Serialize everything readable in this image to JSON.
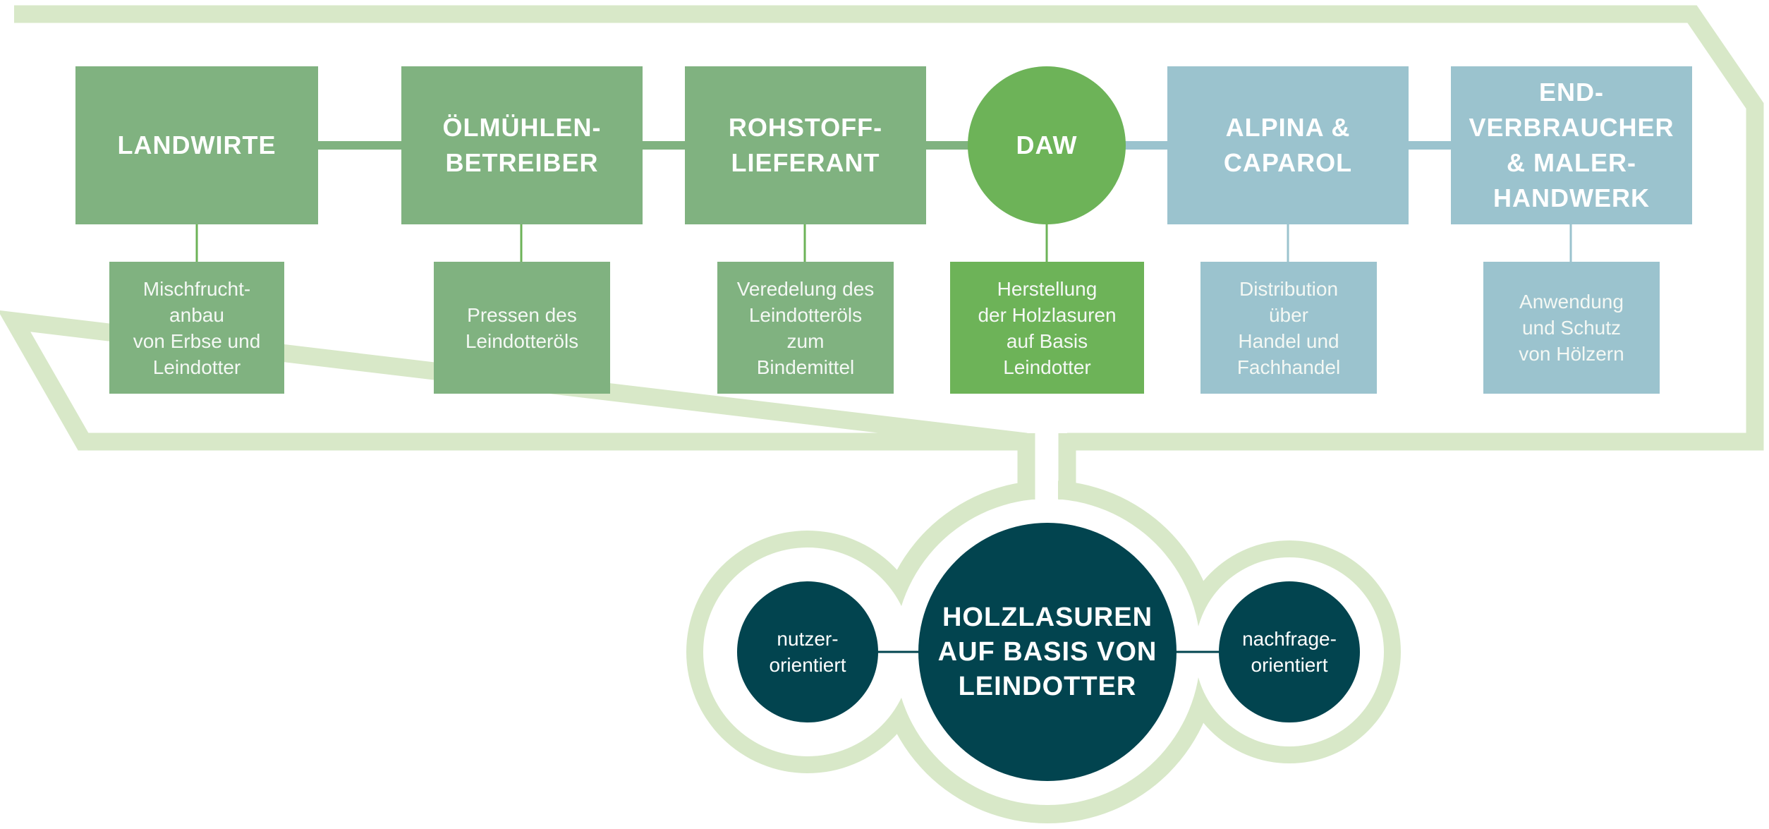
{
  "colors": {
    "frame": "#d8e8c8",
    "stage_green": "#80b280",
    "daw_green": "#6db358",
    "blue": "#9bc3ce",
    "dark_teal": "#02444f",
    "text": "#ffffff"
  },
  "chain": [
    {
      "id": "landwirte",
      "title_lines": [
        "LANDWIRTE"
      ],
      "detail_lines": [
        "Mischfrucht-",
        "anbau",
        "von Erbse und",
        "Leindotter"
      ]
    },
    {
      "id": "oelmuehlen",
      "title_lines": [
        "ÖLMÜHLEN-",
        "BETREIBER"
      ],
      "detail_lines": [
        "Pressen des",
        "Leindotteröls"
      ]
    },
    {
      "id": "rohstoff",
      "title_lines": [
        "ROHSTOFF-",
        "LIEFERANT"
      ],
      "detail_lines": [
        "Veredelung des",
        "Leindotteröls",
        "zum",
        "Bindemittel"
      ]
    },
    {
      "id": "daw",
      "title_lines": [
        "DAW"
      ],
      "detail_lines": [
        "Herstellung",
        "der Holzlasuren",
        "auf Basis",
        "Leindotter"
      ]
    },
    {
      "id": "alpina",
      "title_lines": [
        "ALPINA &",
        "CAPAROL"
      ],
      "detail_lines": [
        "Distribution",
        "über",
        "Handel und",
        "Fachhandel"
      ]
    },
    {
      "id": "endverbraucher",
      "title_lines": [
        "END-",
        "VERBRAUCHER",
        "& MALER-",
        "HANDWERK"
      ],
      "detail_lines": [
        "Anwendung",
        "und Schutz",
        "von Hölzern"
      ]
    }
  ],
  "product": {
    "center_lines": [
      "HOLZLASUREN",
      "AUF BASIS VON",
      "LEINDOTTER"
    ],
    "left_lines": [
      "nutzer-",
      "orientiert"
    ],
    "right_lines": [
      "nachfrage-",
      "orientiert"
    ]
  }
}
